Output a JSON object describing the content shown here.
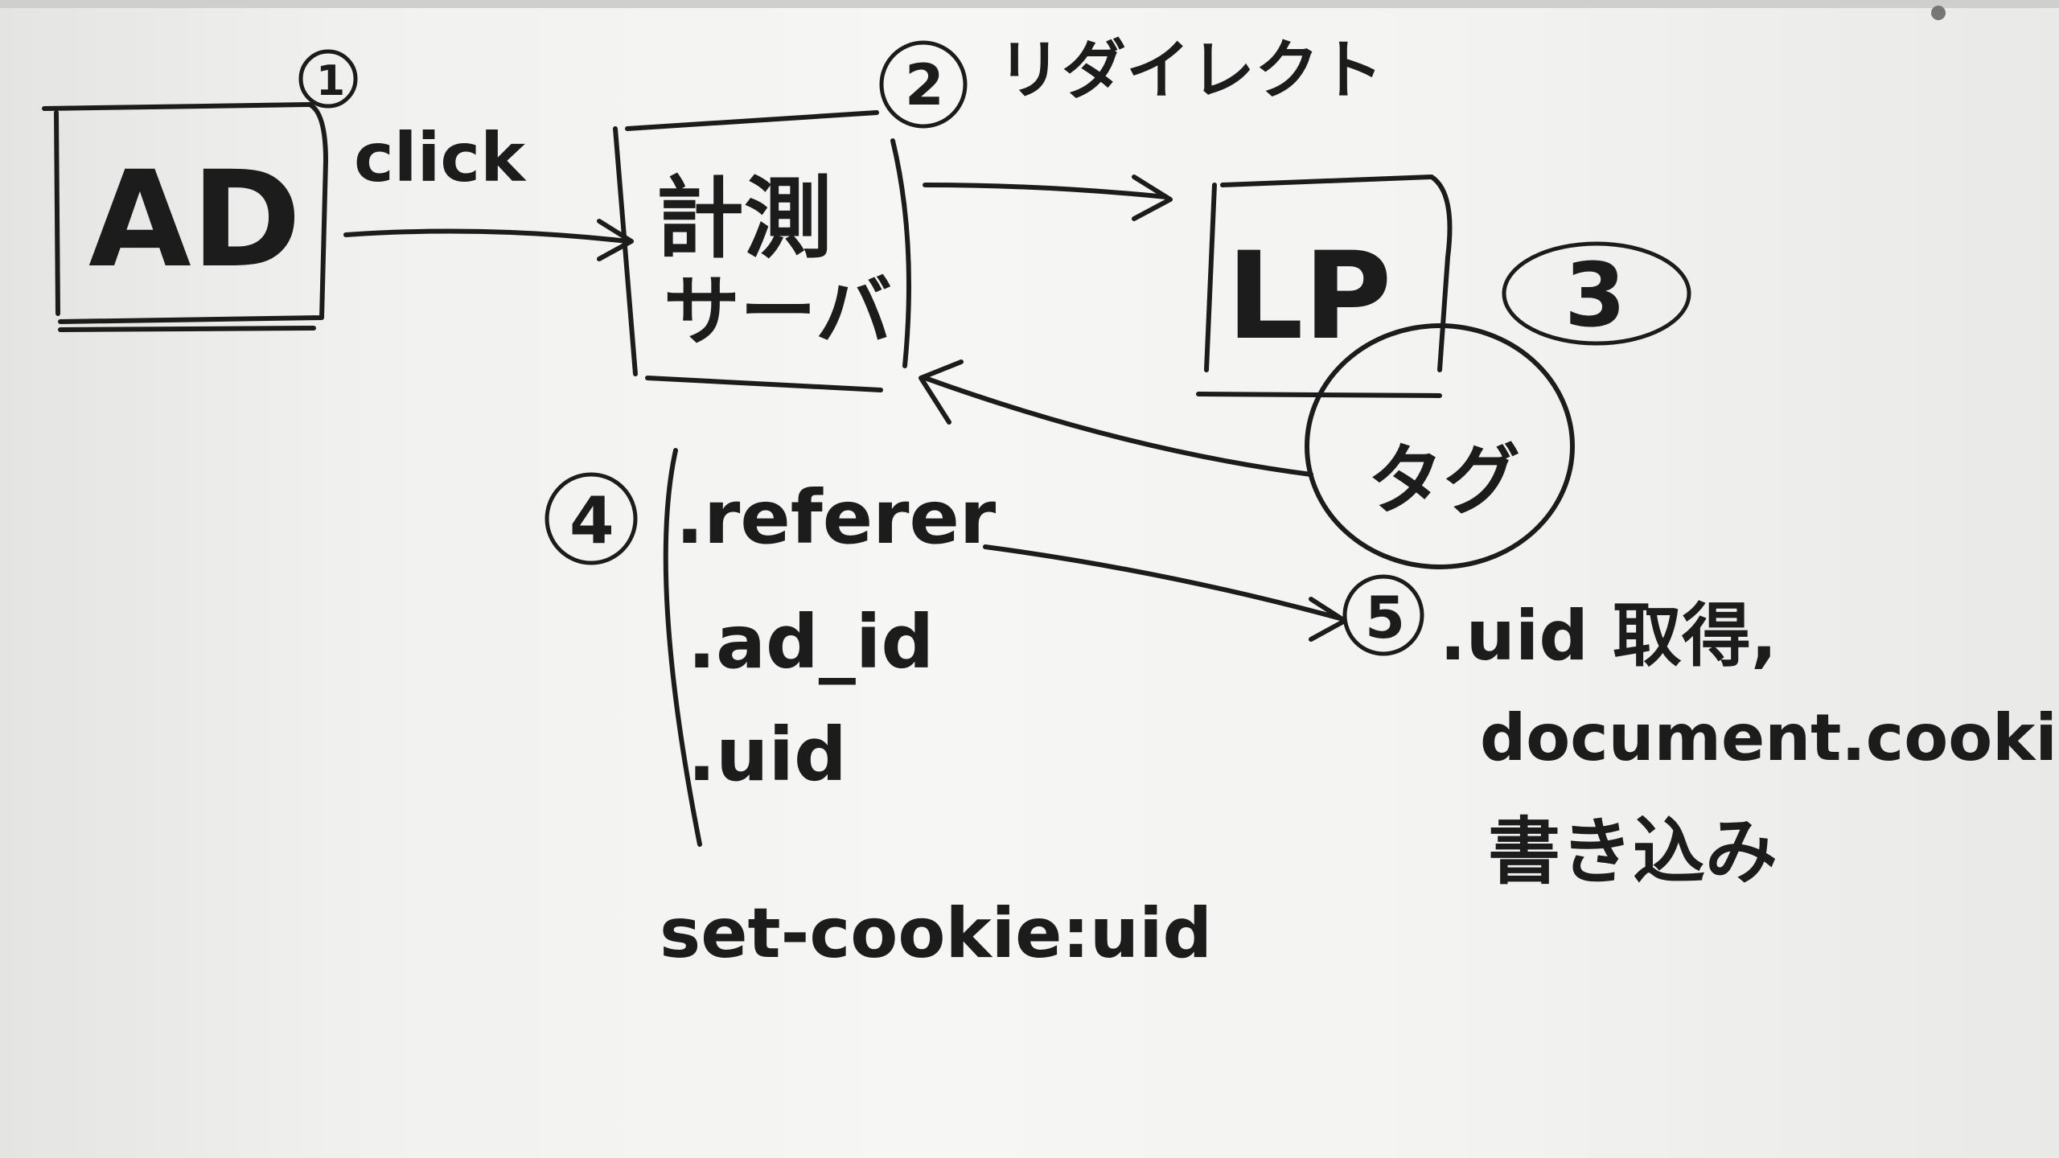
{
  "whiteboard": {
    "ad": {
      "step": "1",
      "label": "AD"
    },
    "click": {
      "label": "click"
    },
    "server": {
      "step": "2",
      "line1": "計測",
      "line2": "サーバ",
      "redirect_label": "リダイレクト"
    },
    "lp": {
      "step": "3",
      "label": "LP",
      "tag_label": "タグ"
    },
    "params": {
      "step": "4",
      "items": [
        ".referer",
        ".ad_id",
        ".uid"
      ],
      "set_cookie": "set-cookie:uid"
    },
    "uid_write": {
      "step": "5",
      "line1": ".uid 取得,",
      "line2": "document.cookie へ",
      "line3": "書き込み"
    }
  }
}
